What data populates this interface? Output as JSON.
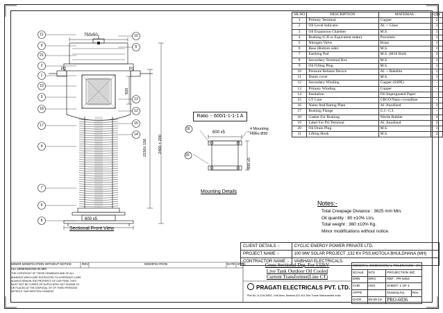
{
  "bom": {
    "headers": [
      "SR.NO",
      "DESCRIPTION",
      "MATERIAL",
      "QTY"
    ],
    "rows": [
      [
        "1",
        "Primary Terminal",
        "Copper",
        "2"
      ],
      [
        "2",
        "Oil Level Indicator",
        "Al. + Glass",
        "1"
      ],
      [
        "3",
        "Oil Expansion Chamber",
        "M.S.",
        "1"
      ],
      [
        "4",
        "Bushing (CJI or Equivalent make)",
        "Porcelain",
        "1"
      ],
      [
        "5",
        "Nitrogen Valve",
        "Brass",
        "1"
      ],
      [
        "6",
        "Base (Bottom side)",
        "M.S.",
        "1"
      ],
      [
        "7",
        "Earthing Pad",
        "M.S. (M16 Bolt)",
        "2"
      ],
      [
        "8",
        "Secondary Terminal Box",
        "M.S.",
        "1"
      ],
      [
        "9",
        "Oil Filling Plug.",
        "M.S.",
        "1"
      ],
      [
        "10",
        "Pressure Release Device",
        "Al. + Bakelite",
        "1"
      ],
      [
        "11",
        "Dome cover",
        "M.S.",
        "1"
      ],
      [
        "12",
        "Secondary Winding",
        "Copper (SSPE)",
        "-"
      ],
      [
        "13",
        "Primary Winding",
        "Copper",
        "-"
      ],
      [
        "14",
        "Insulation",
        "Oil Impregnated Paper",
        "-"
      ],
      [
        "15",
        "CT Core",
        "CRGO/Nano crystalline",
        "-"
      ],
      [
        "16",
        "Name And Rating Plate",
        "Al. Anodized",
        "1"
      ],
      [
        "17",
        "Bushing Flange",
        "G.I / C.I.",
        "-"
      ],
      [
        "18",
        "Gasket For Bushing",
        "Nitrile Rubber",
        "2"
      ],
      [
        "19",
        "Label For Pri.Terminal",
        "Al. Anodized",
        "2"
      ],
      [
        "20",
        "Oil Drain Plug.",
        "M.S.",
        "1"
      ],
      [
        "21",
        "Lifting Hook",
        "M.S.",
        "2"
      ]
    ]
  },
  "ratio": "Ratio :- 600/1-1-1-1 A",
  "notes": {
    "title": "Notes:-",
    "lines": [
      "Total Creepage Distance : 3625 mm Min.",
      "Oil quantity  : 80 ±10% Ltrs.",
      "Total weight : 360 ±10% Kg.",
      "Minor modifications without notice."
    ]
  },
  "client": {
    "rows": [
      [
        "CLIENT DETAILS :-",
        "CYCLIC ENERGY POWER PRIVATE LTD."
      ],
      [
        "PROJECT NAME :-",
        "100 MW SOLAR PROJECT ,132 KV PSS,MOTOLA BHULDHANA (MH)"
      ],
      [
        "CONTRACTOR NAME :-",
        "VAIBHAVI ELECTRICALS."
      ]
    ]
  },
  "front_view": {
    "caption": "Sectional Front View",
    "dim_top": "750x50",
    "dim_bottom": "600 x5",
    "dim_total": "2400 ± 200",
    "dim_bushing": "2150± 150",
    "dim_head": "820",
    "p1": "P1",
    "p2": "P2",
    "callouts_left": [
      "11",
      "9",
      "21",
      "2",
      "1",
      "19",
      "3",
      "18",
      "17",
      "4",
      "7",
      "6",
      "8"
    ],
    "callouts_right": [
      "10",
      "5",
      "13",
      "12",
      "15",
      "14"
    ]
  },
  "mounting": {
    "caption": "Mounting Details",
    "dim_w": "600 x5",
    "dim_h": "600 x5",
    "holes_1": "4 Mounting",
    "holes_2": "Holes Ø30",
    "callout_16": "16",
    "callout_20": "20"
  },
  "title_block": {
    "left_lines": [
      "MINOR MODIFICATION WITHOUT NOTICE",
      "ALL DIMENSIONS IN MM",
      "THE COPYRIGHT OF THESE DRAWINGS AND OF ALL",
      "ANNEXED WHICH ARE ENTRUSTED TO A PERSON'S CARE",
      "ALWAYS REMAIN THE PROPERTY OF OUR FIRM. THEY",
      "MUST NOT BE COPIED OR DUPLICATED  NOT SHOWN TO",
      "OR PLACED AT THE DISPOSAL OF OF THIRD  PERSONS",
      "WITHOUT OUR WRITTEN CONSENT"
    ],
    "rev": "REV.",
    "modification": "MODIFICATION",
    "date": "DATE",
    "appd": "APPD",
    "title_1": "Cross Sectional Drg. For 132kV",
    "title_2": "Live Tank Outdoor Oil Cooled",
    "title_3": "Current Transformer(Line CT)",
    "company": "PRAGATI ELECTRICALS PVT. LTD.",
    "address": "Plot No. A-21/6,MIDC, Indl.Area, Murbad-421 401 Dist Thane Maharashtra India",
    "tolerance": "GENERAL DIMENSIONAL TOLERANCE : 5%",
    "scale": "SCALE",
    "nts": "NTS",
    "projection": "PROJECTION",
    "drn": "DRN",
    "drg": "DRG",
    "ref": "REF : PR-5454",
    "chd": "CHD",
    "hss": "HSS",
    "sheet": "SHEET:  1  OF  1",
    "appd2": "APPD",
    "drawing_no": "Drawing No.",
    "rev2": "Rev.",
    "date2": "DATE",
    "date_val": "08-09-19",
    "drawing_val": "PRO-6036"
  }
}
